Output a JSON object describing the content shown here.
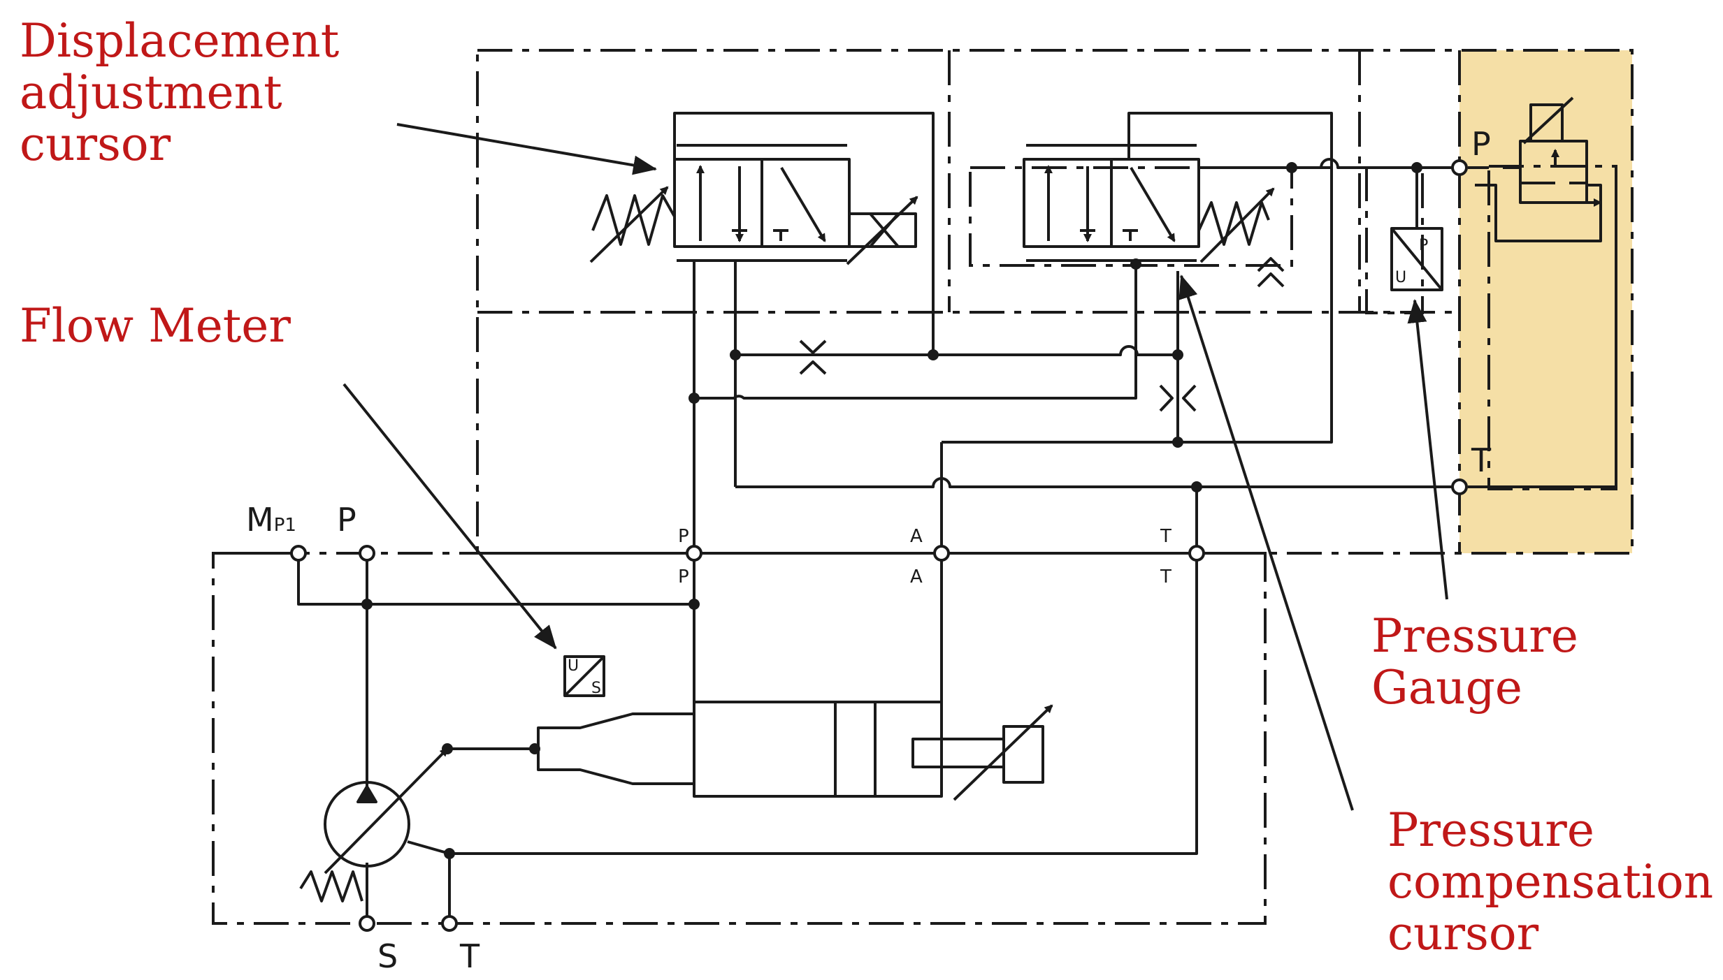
{
  "callouts": {
    "displacement": "Displacement\nadjustment\ncursor",
    "flow_meter": "Flow Meter",
    "pressure_gauge": "Pressure\nGauge",
    "pressure_compensation": "Pressure\ncompensation\ncursor"
  },
  "ports": {
    "mp1_m": "M",
    "mp1_sub": "P1",
    "p_main": "P",
    "s": "S",
    "t_bottom": "T",
    "p_upper": "P",
    "p_lower": "P",
    "a_upper": "A",
    "a_lower": "A",
    "t_upper": "T",
    "t_lower": "T",
    "p_right": "P",
    "t_right": "T"
  },
  "symbols": {
    "transducer_u": "U",
    "transducer_s": "S",
    "gauge_p": "P",
    "gauge_u": "U"
  },
  "colors": {
    "callout_text": "#c01818",
    "highlight_fill": "#f5dfa6",
    "line": "#1a1a1a"
  }
}
